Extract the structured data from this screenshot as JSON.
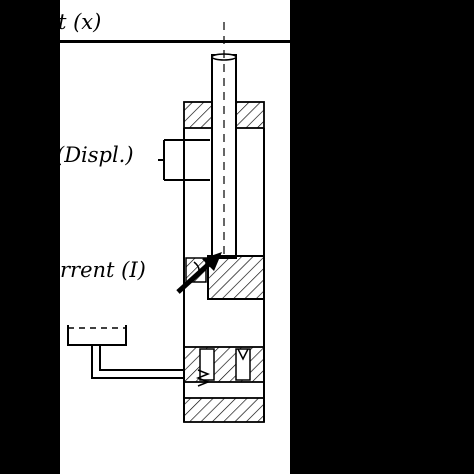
{
  "labels": {
    "top": "t (x)",
    "displacement": "(Displ.)",
    "current": "rrent (I)"
  }
}
